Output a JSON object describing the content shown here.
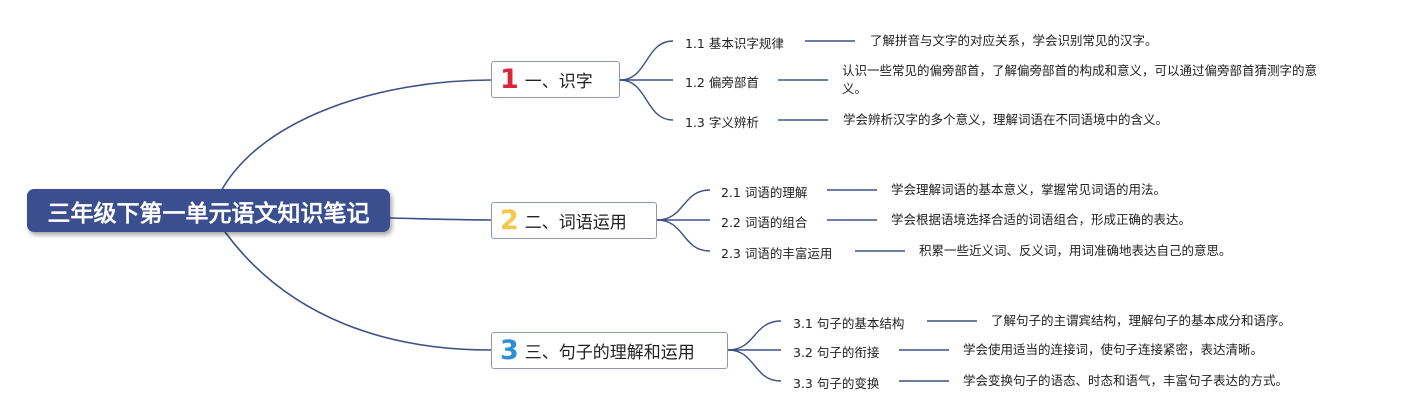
{
  "central": {
    "title": "三年级下第一单元语文知识笔记"
  },
  "colors": {
    "central_bg": "#3b4f8f",
    "connector": "#3d5187",
    "num1": "#d9263a",
    "num2": "#f2c94c",
    "num3": "#2f8fd4"
  },
  "branches": [
    {
      "number": "1",
      "label": "一、识字",
      "items": [
        {
          "title": "1.1 基本识字规律",
          "desc": "了解拼音与文字的对应关系，学会识别常见的汉字。"
        },
        {
          "title": "1.2 偏旁部首",
          "desc": "认识一些常见的偏旁部首，了解偏旁部首的构成和意义，可以通过偏旁部首猜测字的意义。"
        },
        {
          "title": "1.3 字义辨析",
          "desc": "学会辨析汉字的多个意义，理解词语在不同语境中的含义。"
        }
      ]
    },
    {
      "number": "2",
      "label": "二、词语运用",
      "items": [
        {
          "title": "2.1 词语的理解",
          "desc": "学会理解词语的基本意义，掌握常见词语的用法。"
        },
        {
          "title": "2.2 词语的组合",
          "desc": "学会根据语境选择合适的词语组合，形成正确的表达。"
        },
        {
          "title": "2.3 词语的丰富运用",
          "desc": "积累一些近义词、反义词，用词准确地表达自己的意思。"
        }
      ]
    },
    {
      "number": "3",
      "label": "三、句子的理解和运用",
      "items": [
        {
          "title": "3.1 句子的基本结构",
          "desc": "了解句子的主谓宾结构，理解句子的基本成分和语序。"
        },
        {
          "title": "3.2 句子的衔接",
          "desc": "学会使用适当的连接词，使句子连接紧密，表达清晰。"
        },
        {
          "title": "3.3 句子的变换",
          "desc": "学会变换句子的语态、时态和语气，丰富句子表达的方式。"
        }
      ]
    }
  ]
}
